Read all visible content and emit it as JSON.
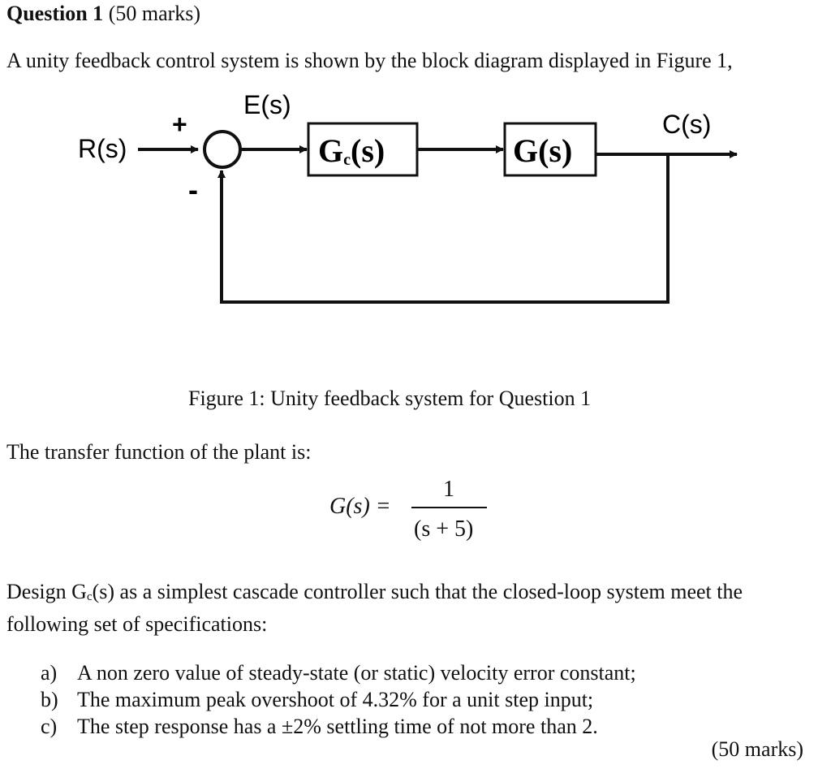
{
  "question": {
    "title": "Question 1",
    "marks": "(50 marks)"
  },
  "intro": "A unity feedback control system is shown by the block diagram displayed in Figure 1,",
  "diagram": {
    "input_label": "R(s)",
    "error_label": "E(s)",
    "output_label": "C(s)",
    "plus_sign": "+",
    "minus_sign": "-",
    "controller_block": "G",
    "controller_sub": "c",
    "controller_args": "(s)",
    "plant_block": "G(s)"
  },
  "caption": "Figure 1: Unity feedback system for Question 1",
  "transfer_function": {
    "intro": "The transfer function of the plant is:",
    "lhs": "G(s) =",
    "numerator": "1",
    "denominator": "(s + 5)"
  },
  "design_text": {
    "before_sub": "Design G",
    "sub": "c",
    "after_sub": "(s) as a simplest cascade controller such that the closed-loop system meet the following set of specifications:"
  },
  "specifications": [
    {
      "letter": "a)",
      "text": "A non zero value of steady-state (or static) velocity error constant;"
    },
    {
      "letter": "b)",
      "text": "The maximum peak overshoot of 4.32% for a unit step input;"
    },
    {
      "letter": "c)",
      "text": "The step response has a ±2% settling time of not more than 2."
    }
  ],
  "footer_marks": "(50 marks)"
}
